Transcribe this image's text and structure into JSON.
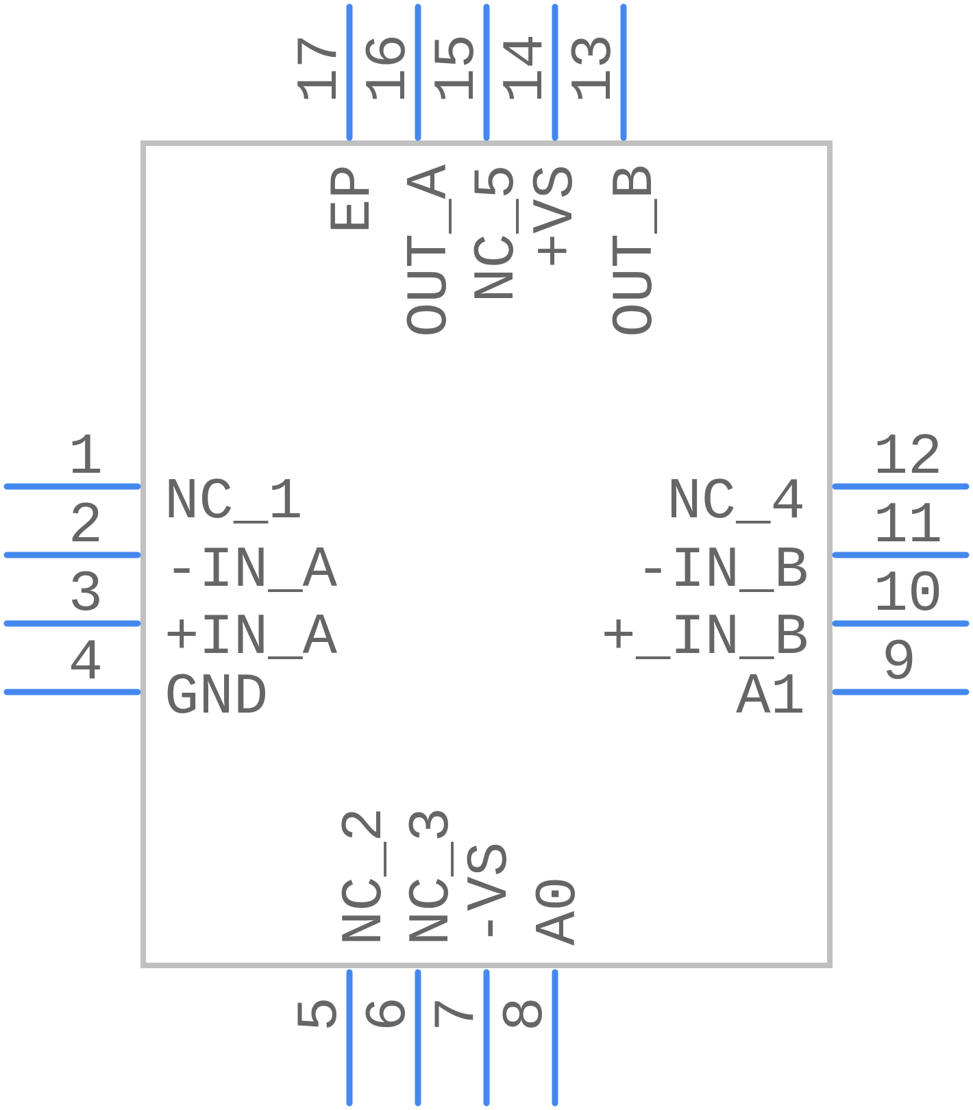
{
  "colors": {
    "pin": "#4488ee",
    "body_outline": "#c0c0c0",
    "text": "#666666"
  },
  "pins": {
    "left": [
      {
        "number": "1",
        "name": "NC_1"
      },
      {
        "number": "2",
        "name": "-IN_A"
      },
      {
        "number": "3",
        "name": "+IN_A"
      },
      {
        "number": "4",
        "name": "GND"
      }
    ],
    "right": [
      {
        "number": "12",
        "name": "NC_4"
      },
      {
        "number": "11",
        "name": "-IN_B"
      },
      {
        "number": "10",
        "name": "+_IN_B"
      },
      {
        "number": "9",
        "name": "A1"
      }
    ],
    "top": [
      {
        "number": "17",
        "name": "EP"
      },
      {
        "number": "16",
        "name": "OUT_A"
      },
      {
        "number": "15",
        "name": "NC_5"
      },
      {
        "number": "14",
        "name": "+VS"
      },
      {
        "number": "13",
        "name": "OUT_B"
      }
    ],
    "bottom": [
      {
        "number": "5",
        "name": "NC_2"
      },
      {
        "number": "6",
        "name": "NC_3"
      },
      {
        "number": "7",
        "name": "-VS"
      },
      {
        "number": "8",
        "name": "A0"
      }
    ]
  }
}
